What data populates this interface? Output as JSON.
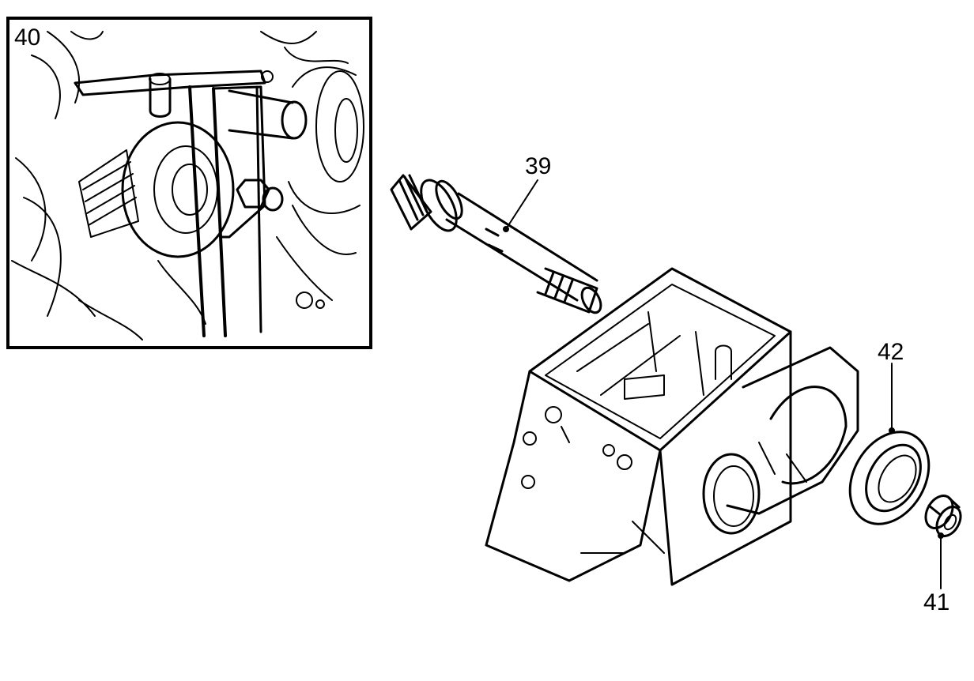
{
  "callouts": {
    "inset": "40",
    "shaft": "39",
    "seal": "42",
    "bushing": "41"
  }
}
